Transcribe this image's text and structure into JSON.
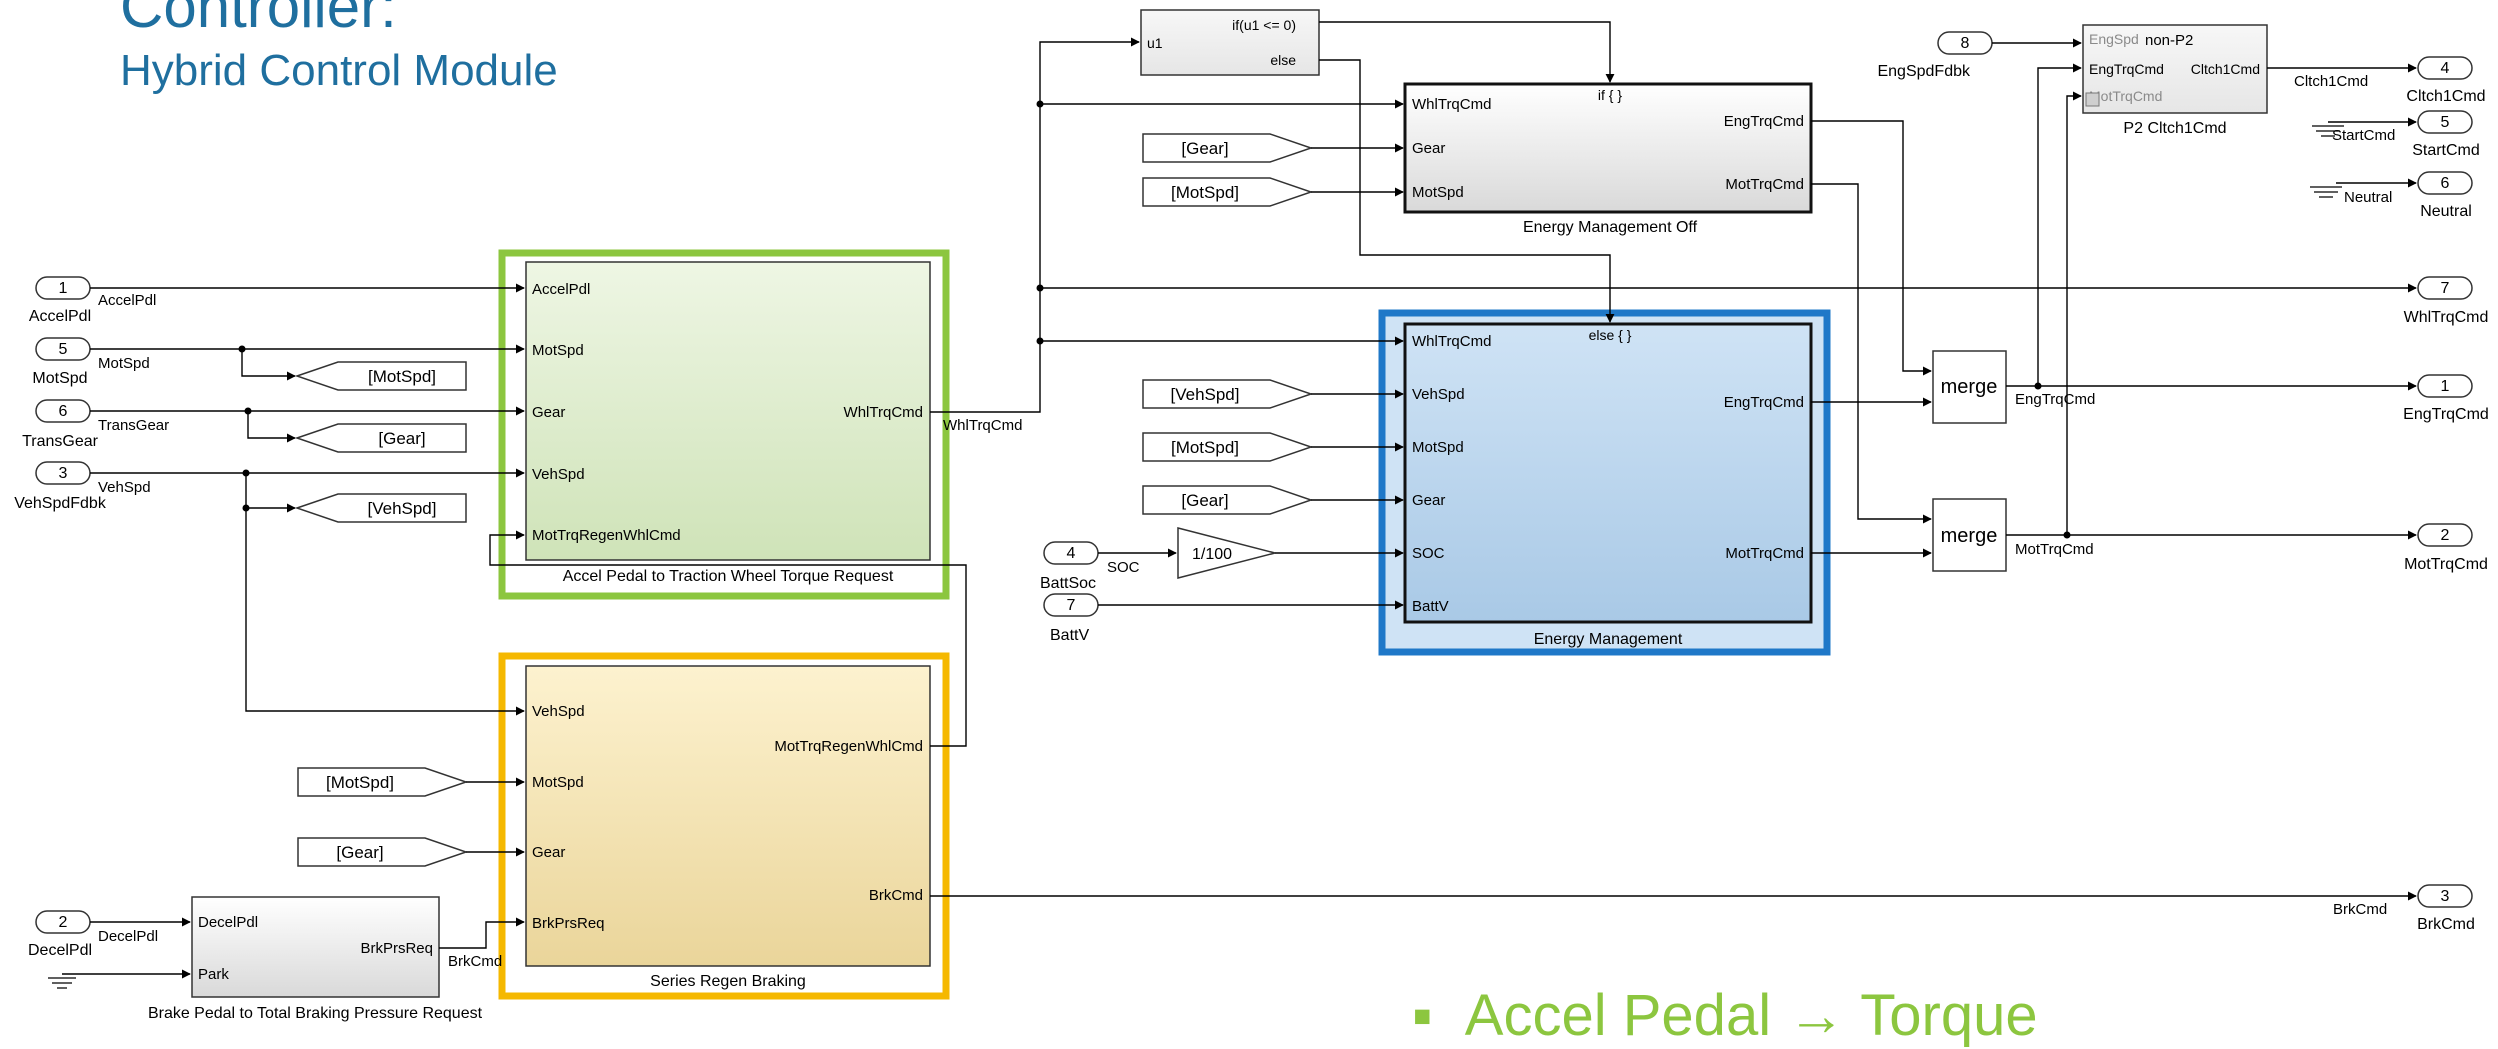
{
  "header": {
    "title": "Controller:",
    "subtitle": "Hybrid Control Module",
    "bullet": "Accel Pedal → Torque"
  },
  "colors": {
    "green_highlight": "#8cc63f",
    "blue_highlight": "#1f78c8",
    "yellow_highlight": "#f5b800",
    "title_blue": "#1f6f9f"
  },
  "inports": {
    "accel": {
      "num": "1",
      "name": "AccelPdl",
      "signal": "AccelPdl"
    },
    "motspd": {
      "num": "5",
      "name": "MotSpd",
      "signal": "MotSpd"
    },
    "gear": {
      "num": "6",
      "name": "TransGear",
      "signal": "TransGear"
    },
    "vehspd": {
      "num": "3",
      "name": "VehSpdFdbk",
      "signal": "VehSpd"
    },
    "decel": {
      "num": "2",
      "name": "DecelPdl",
      "signal": "DecelPdl"
    },
    "engspd": {
      "num": "8",
      "name": "EngSpdFdbk"
    },
    "battsoc": {
      "num": "4",
      "name": "BattSoc",
      "signal": "SOC"
    },
    "battv": {
      "num": "7",
      "name": "BattV"
    }
  },
  "outports": {
    "cltch": {
      "num": "4",
      "name": "Cltch1Cmd",
      "signal": "Cltch1Cmd"
    },
    "start": {
      "num": "5",
      "name": "StartCmd",
      "signal": "StartCmd"
    },
    "neutral": {
      "num": "6",
      "name": "Neutral",
      "signal": "Neutral"
    },
    "whl": {
      "num": "7",
      "name": "WhlTrqCmd"
    },
    "eng": {
      "num": "1",
      "name": "EngTrqCmd",
      "signal": "EngTrqCmd"
    },
    "mot": {
      "num": "2",
      "name": "MotTrqCmd",
      "signal": "MotTrqCmd"
    },
    "brk": {
      "num": "3",
      "name": "BrkCmd",
      "signal": "BrkCmd"
    }
  },
  "goto": {
    "motspd": "[MotSpd]",
    "gear": "[Gear]",
    "vehspd": "[VehSpd]"
  },
  "from": {
    "gear": "[Gear]",
    "motspd": "[MotSpd]",
    "vehspd": "[VehSpd]"
  },
  "accel_block": {
    "name": "Accel Pedal to Traction Wheel Torque Request",
    "in_ports": [
      "AccelPdl",
      "MotSpd",
      "Gear",
      "VehSpd",
      "MotTrqRegenWhlCmd"
    ],
    "out_port": "WhlTrqCmd",
    "out_signal": "WhlTrqCmd"
  },
  "regen_block": {
    "name": "Series Regen Braking",
    "in_ports": [
      "VehSpd",
      "MotSpd",
      "Gear",
      "BrkPrsReq"
    ],
    "out_regen": "MotTrqRegenWhlCmd",
    "out_brk": "BrkCmd"
  },
  "brake_block": {
    "name": "Brake Pedal to Total Braking Pressure Request",
    "in_decel": "DecelPdl",
    "in_park": "Park",
    "out": "BrkPrsReq",
    "out_signal": "BrkCmd"
  },
  "if_block": {
    "input": "u1",
    "condition": "if(u1 <= 0)",
    "else": "else"
  },
  "em_off": {
    "name": "Energy Management Off",
    "action": "if { }",
    "in_ports": [
      "WhlTrqCmd",
      "Gear",
      "MotSpd"
    ],
    "out_ports": [
      "EngTrqCmd",
      "MotTrqCmd"
    ]
  },
  "em": {
    "name": "Energy Management",
    "action": "else { }",
    "in_ports": [
      "WhlTrqCmd",
      "VehSpd",
      "MotSpd",
      "Gear",
      "SOC",
      "BattV"
    ],
    "out_ports": [
      "EngTrqCmd",
      "MotTrqCmd"
    ]
  },
  "gain": "1/100",
  "merge_label": "merge",
  "p2": {
    "name": "P2 Cltch1Cmd",
    "variant": "non-P2",
    "in_ports": [
      "EngSpd",
      "EngTrqCmd",
      "MotTrqCmd"
    ],
    "out_port": "Cltch1Cmd"
  }
}
